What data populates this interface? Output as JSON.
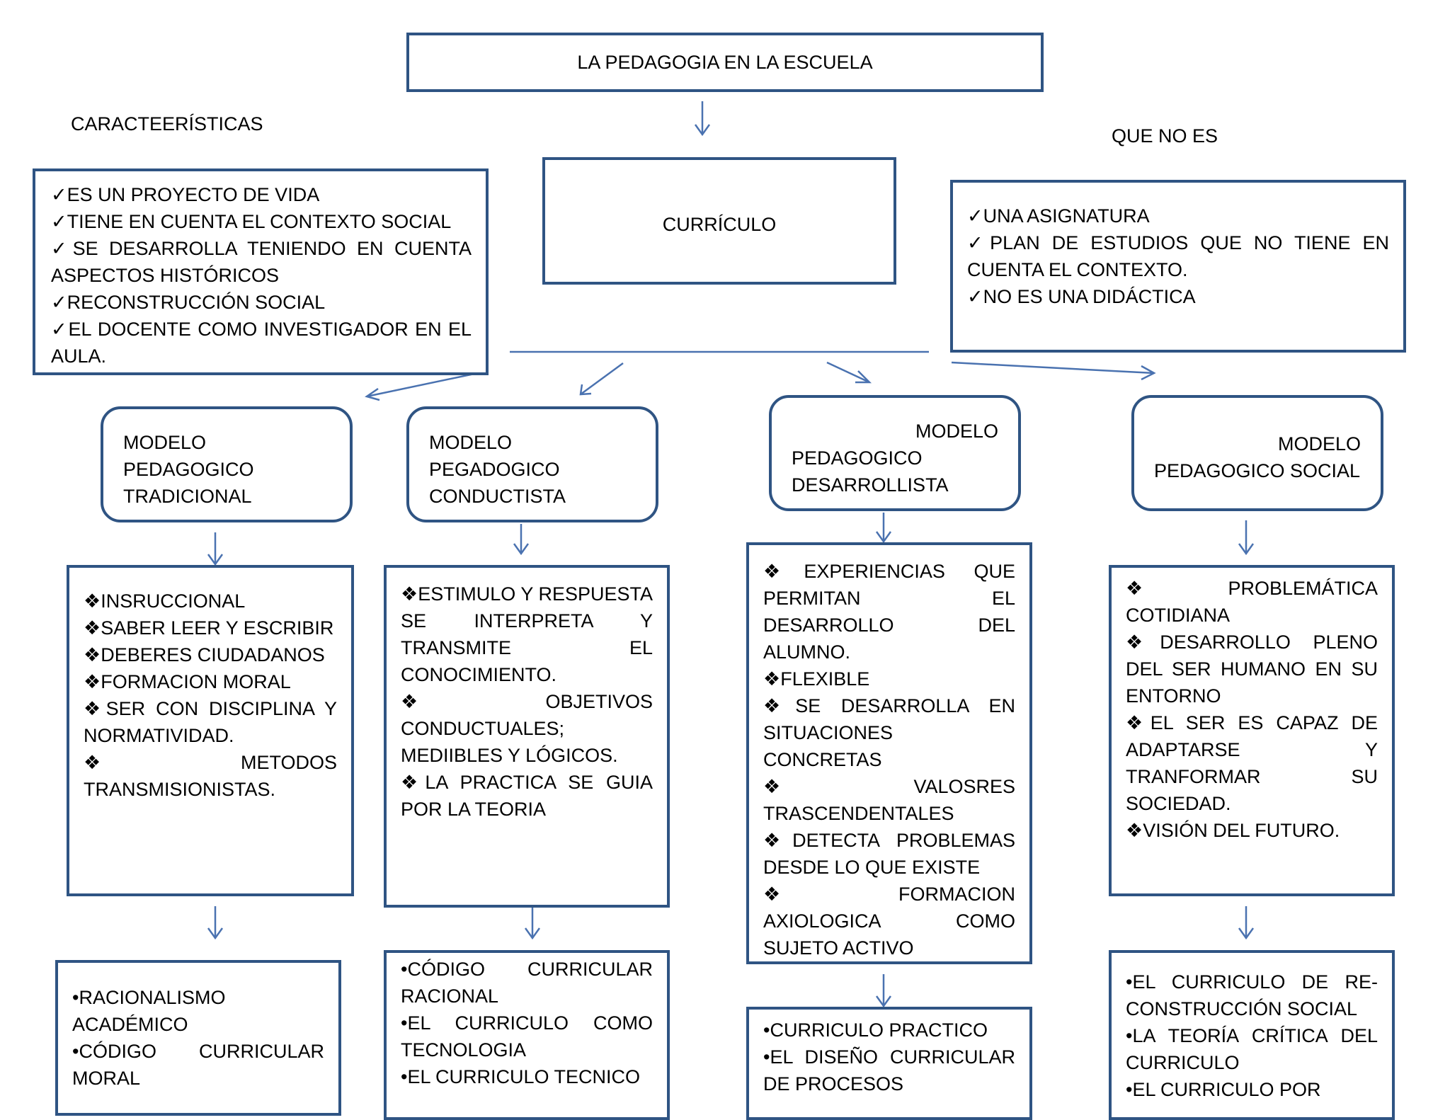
{
  "title": "LA PEDAGOGIA EN LA ESCUELA",
  "curriculo": "CURRÍCULO",
  "caracteristicas": {
    "heading": "CARACTEERÍSTICAS",
    "items": [
      "✓ES UN PROYECTO DE VIDA",
      "✓TIENE EN CUENTA EL CONTEXTO SOCIAL",
      "✓SE DESARROLLA TENIENDO EN CUENTA ASPECTOS HISTÓRICOS",
      "✓RECONSTRUCCIÓN SOCIAL",
      "✓EL DOCENTE COMO INVESTIGADOR EN EL AULA."
    ]
  },
  "que_no_es": {
    "heading": "QUE NO ES",
    "items": [
      "✓UNA ASIGNATURA",
      "✓PLAN DE ESTUDIOS QUE NO TIENE EN CUENTA EL CONTEXTO.",
      "✓NO  ES UNA DIDÁCTICA"
    ]
  },
  "models": [
    {
      "title_lines": [
        "MODELO",
        "PEDAGOGICO",
        "TRADICIONAL"
      ],
      "features": [
        "❖INSRUCCIONAL",
        "❖SABER LEER Y ESCRIBIR",
        "❖DEBERES CIUDADANOS",
        "❖FORMACION MORAL",
        "❖SER CON DISCIPLINA Y NORMATIVIDAD.",
        "❖METODOS TRANSMISIONISTAS."
      ],
      "curriculum": [
        "•RACIONALISMO ACADÉMICO",
        "•CÓDIGO CURRICULAR MORAL"
      ]
    },
    {
      "title_lines": [
        "MODELO",
        "PEGADOGICO",
        "CONDUCTISTA"
      ],
      "features": [
        "❖ESTIMULO Y RESPUESTA SE INTERPRETA Y TRANSMITE EL CONOCIMIENTO.",
        "❖OBJETIVOS CONDUCTUALES; MEDIIBLES Y LÓGICOS.",
        "❖LA PRACTICA SE GUIA POR  LA TEORIA"
      ],
      "curriculum": [
        "•CÓDIGO CURRICULAR RACIONAL",
        "•EL CURRICULO COMO TECNOLOGIA",
        "•EL CURRICULO TECNICO"
      ]
    },
    {
      "title_lines": [
        "MODELO",
        "PEDAGOGICO",
        "DESARROLLISTA"
      ],
      "features": [
        "❖EXPERIENCIAS QUE PERMITAN EL DESARROLLO DEL ALUMNO.",
        "❖FLEXIBLE",
        "❖SE DESARROLLA EN SITUACIONES CONCRETAS",
        "❖VALOSRES TRASCENDENTALES",
        "❖DETECTA PROBLEMAS DESDE LO QUE EXISTE",
        "❖FORMACION AXIOLOGICA COMO SUJETO ACTIVO"
      ],
      "curriculum": [
        "•CURRICULO PRACTICO",
        "•EL DISEÑO CURRICULAR DE PROCESOS"
      ]
    },
    {
      "title_lines": [
        "MODELO",
        "PEDAGOGICO SOCIAL"
      ],
      "features": [
        "❖PROBLEMÁTICA COTIDIANA",
        "❖DESARROLLO PLENO DEL SER HUMANO EN SU ENTORNO",
        "❖EL SER ES CAPAZ DE ADAPTARSE Y TRANFORMAR SU SOCIEDAD.",
        "❖VISIÓN DEL FUTURO."
      ],
      "curriculum": [
        "•EL CURRICULO DE RE-CONSTRUCCIÓN SOCIAL",
        "•LA TEORÍA CRÍTICA DEL CURRICULO",
        "•EL CURRICULO POR"
      ]
    }
  ]
}
